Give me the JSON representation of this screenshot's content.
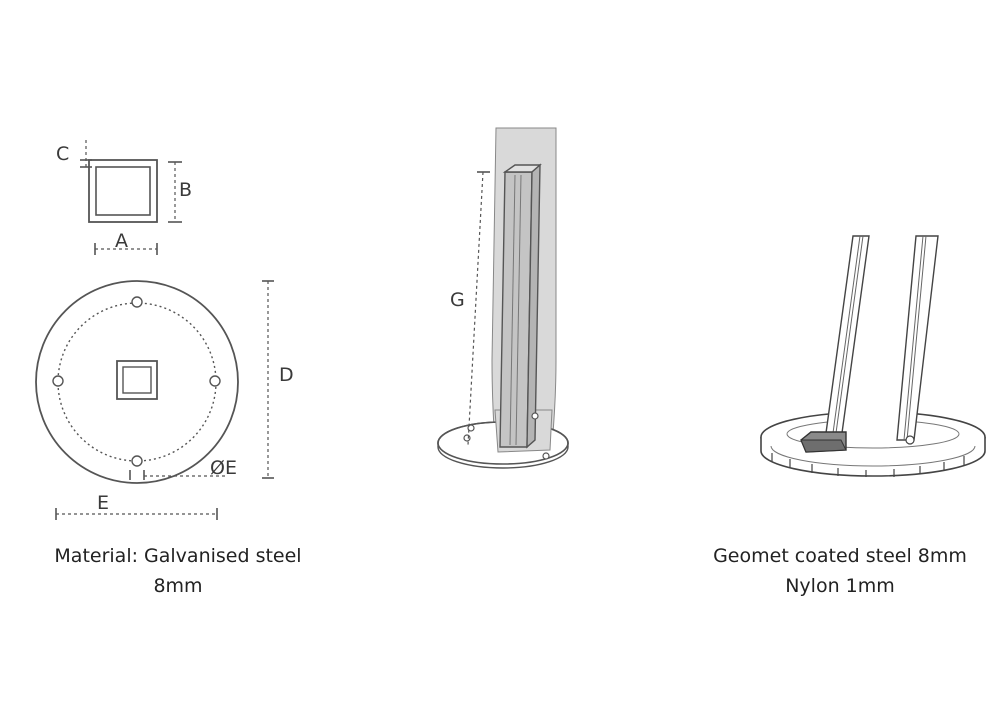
{
  "labels": {
    "a": "A",
    "b": "B",
    "c": "C",
    "d": "D",
    "e": "E",
    "dia_e": "ØE",
    "g": "G"
  },
  "captions": {
    "left_line1": "Material: Galvanised steel",
    "left_line2": "8mm",
    "right_line1": "Geomet coated steel 8mm",
    "right_line2": "Nylon 1mm"
  }
}
